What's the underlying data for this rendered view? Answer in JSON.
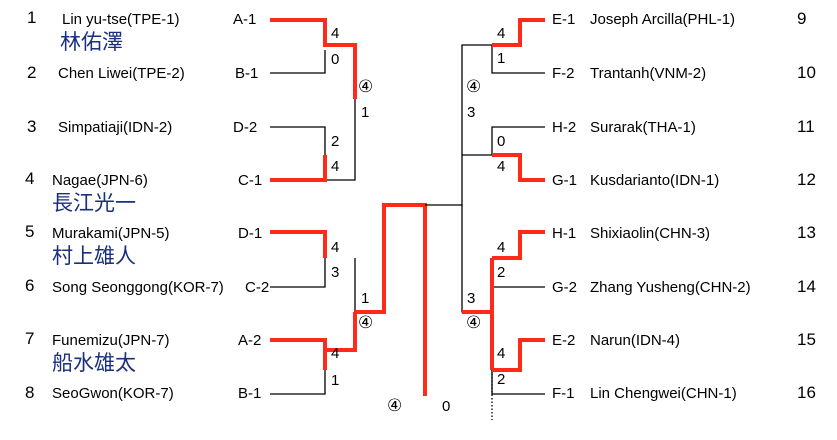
{
  "left_players": [
    {
      "seed": "1",
      "name": "Lin yu-tse(TPE-1)",
      "slot": "A-1",
      "jp": "林佑澤"
    },
    {
      "seed": "2",
      "name": "Chen Liwei(TPE-2)",
      "slot": "B-1",
      "jp": ""
    },
    {
      "seed": "3",
      "name": "Simpatiaji(IDN-2)",
      "slot": "D-2",
      "jp": ""
    },
    {
      "seed": "4",
      "name": "Nagae(JPN-6)",
      "slot": "C-1",
      "jp": "長江光一"
    },
    {
      "seed": "5",
      "name": "Murakami(JPN-5)",
      "slot": "D-1",
      "jp": "村上雄人"
    },
    {
      "seed": "6",
      "name": "Song Seonggong(KOR-7)",
      "slot": "C-2",
      "jp": ""
    },
    {
      "seed": "7",
      "name": "Funemizu(JPN-7)",
      "slot": "A-2",
      "jp": "船水雄太"
    },
    {
      "seed": "8",
      "name": "SeoGwon(KOR-7)",
      "slot": "B-1",
      "jp": ""
    }
  ],
  "right_players": [
    {
      "seed": "9",
      "name": "Joseph  Arcilla(PHL-1)",
      "slot": "E-1"
    },
    {
      "seed": "10",
      "name": "Trantanh(VNM-2)",
      "slot": "F-2"
    },
    {
      "seed": "11",
      "name": "Surarak(THA-1)",
      "slot": "H-2"
    },
    {
      "seed": "12",
      "name": "Kusdarianto(IDN-1)",
      "slot": "G-1"
    },
    {
      "seed": "13",
      "name": "Shixiaolin(CHN-3)",
      "slot": "H-1"
    },
    {
      "seed": "14",
      "name": "Zhang  Yusheng(CHN-2)",
      "slot": "G-2"
    },
    {
      "seed": "15",
      "name": "Narun(IDN-4)",
      "slot": "E-2"
    },
    {
      "seed": "16",
      "name": "Lin  Chengwei(CHN-1)",
      "slot": "F-1"
    }
  ],
  "scores": {
    "l_r1_m1": [
      "4",
      "0"
    ],
    "l_r1_m2": [
      "2",
      "4"
    ],
    "l_r1_m3": [
      "4",
      "3"
    ],
    "l_r1_m4": [
      "4",
      "1"
    ],
    "l_r2_top": [
      "④",
      "1"
    ],
    "l_r2_bot": [
      "1",
      "④"
    ],
    "r_r1_m1": [
      "4",
      "1"
    ],
    "r_r1_m2": [
      "0",
      "4"
    ],
    "r_r1_m3": [
      "4",
      "2"
    ],
    "r_r1_m4": [
      "4",
      "2"
    ],
    "r_r2_top": [
      "④",
      "3"
    ],
    "r_r2_bot": [
      "3",
      "④"
    ],
    "final": [
      "④",
      "0"
    ]
  },
  "colors": {
    "win": "#ff2a1a",
    "line": "#000000",
    "jp": "#1a2f7d"
  }
}
